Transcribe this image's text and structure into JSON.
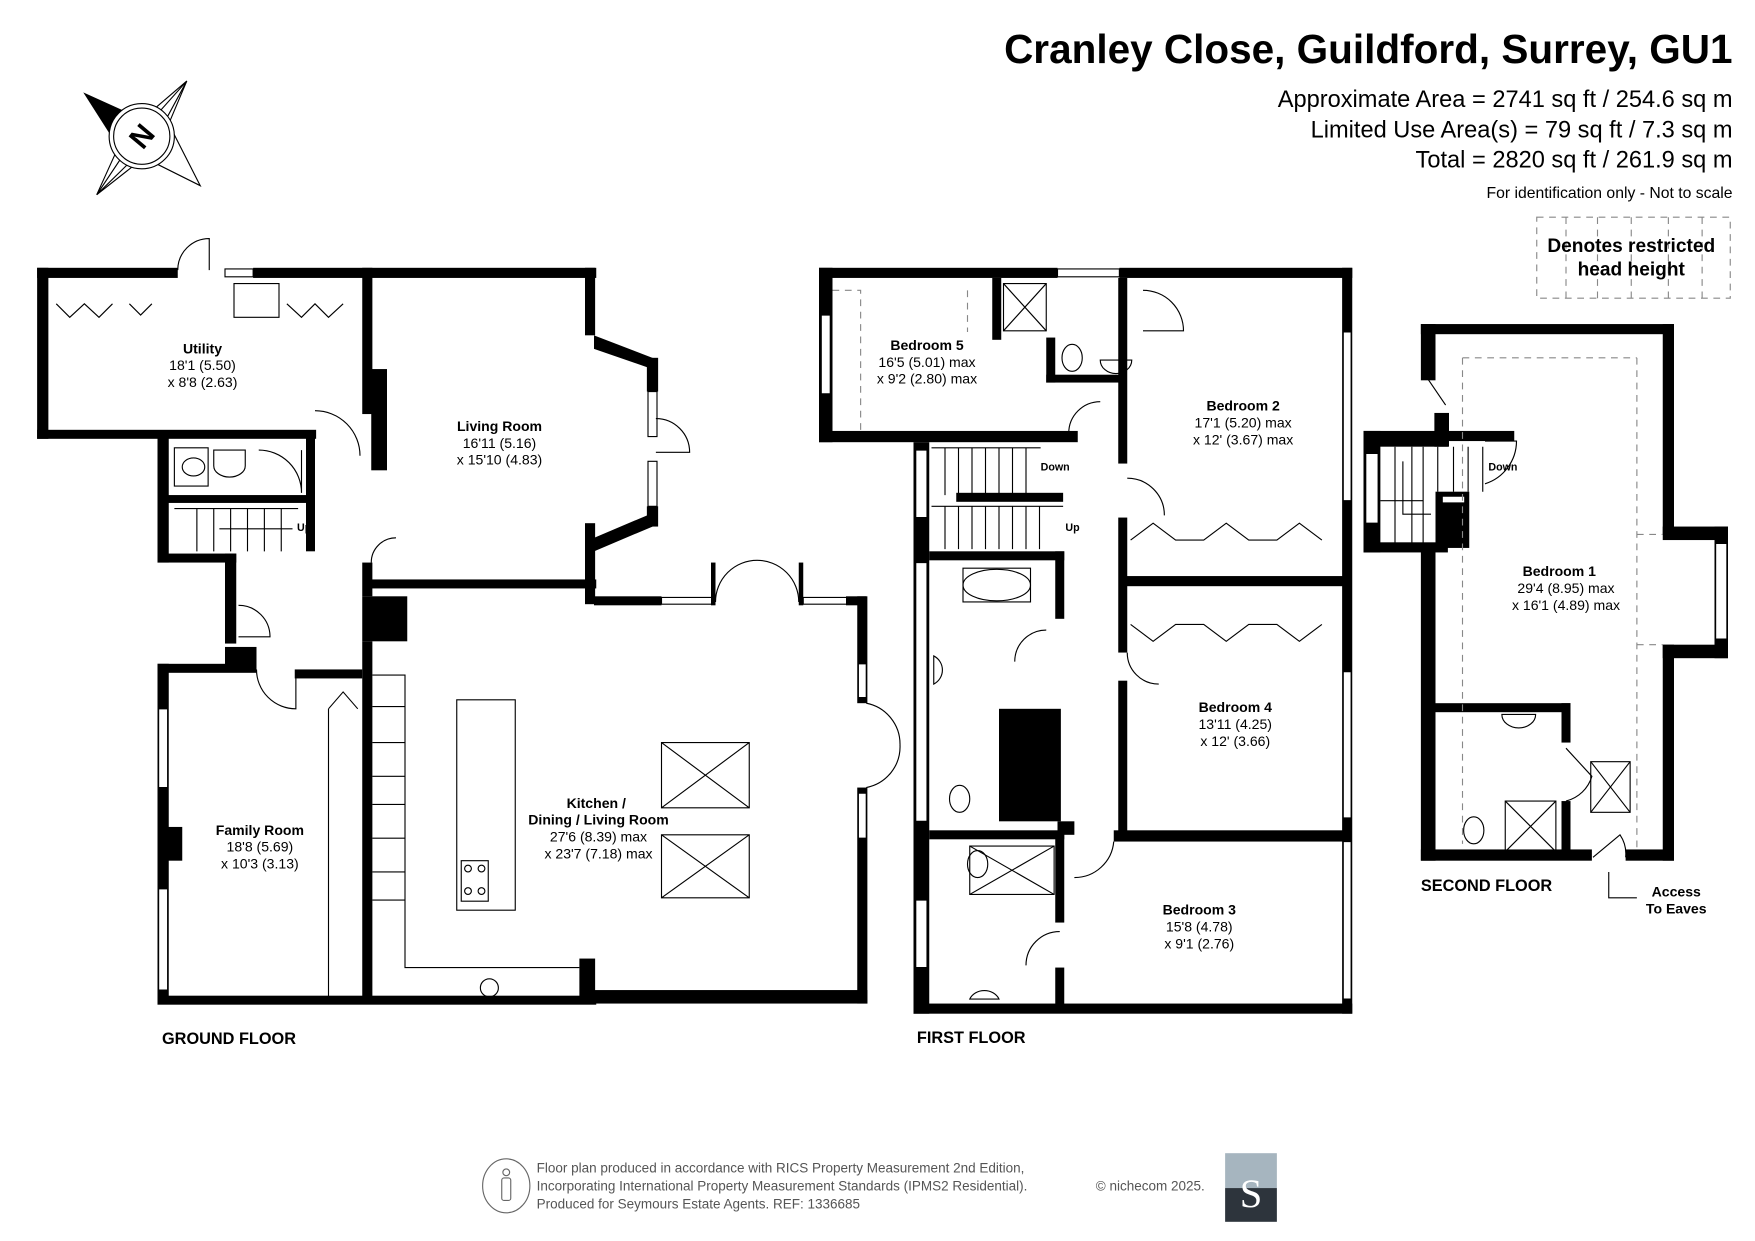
{
  "header": {
    "title": "Cranley Close, Guildford, Surrey, GU1",
    "approx_area": "Approximate Area = 2741 sq ft / 254.6 sq m",
    "limited_use": "Limited Use Area(s) = 79 sq ft / 7.3 sq m",
    "total": "Total = 2820 sq ft / 261.9 sq m",
    "disclaimer": "For identification only - Not to scale"
  },
  "legend": {
    "line1": "Denotes restricted",
    "line2": "head height"
  },
  "compass": {
    "letter": "N"
  },
  "ground_floor": {
    "label": "GROUND FLOOR",
    "rooms": [
      {
        "name": "Utility",
        "dim1": "18'1 (5.50)",
        "dim2": "x 8'8 (2.63)"
      },
      {
        "name": "Living Room",
        "dim1": "16'11 (5.16)",
        "dim2": "x 15'10 (4.83)"
      },
      {
        "name": "Family Room",
        "dim1": "18'8 (5.69)",
        "dim2": "x 10'3 (3.13)"
      },
      {
        "name1": "Kitchen /",
        "name2": "Dining / Living Room",
        "dim1": "27'6 (8.39) max",
        "dim2": "x 23'7 (7.18) max"
      }
    ],
    "stairs": "Up"
  },
  "first_floor": {
    "label": "FIRST FLOOR",
    "rooms": [
      {
        "name": "Bedroom 5",
        "dim1": "16'5 (5.01) max",
        "dim2": "x 9'2 (2.80) max"
      },
      {
        "name": "Bedroom 2",
        "dim1": "17'1 (5.20) max",
        "dim2": "x 12' (3.67) max"
      },
      {
        "name": "Bedroom 4",
        "dim1": "13'11 (4.25)",
        "dim2": "x 12' (3.66)"
      },
      {
        "name": "Bedroom 3",
        "dim1": "15'8 (4.78)",
        "dim2": "x 9'1 (2.76)"
      }
    ],
    "stairs_down": "Down",
    "stairs_up": "Up"
  },
  "second_floor": {
    "label": "SECOND FLOOR",
    "rooms": [
      {
        "name": "Bedroom 1",
        "dim1": "29'4 (8.95) max",
        "dim2": "x 16'1 (4.89) max"
      }
    ],
    "stairs_down": "Down",
    "eaves1": "Access",
    "eaves2": "To Eaves"
  },
  "footer": {
    "line1": "Floor plan produced in accordance with RICS Property Measurement 2nd Edition,",
    "line2": "Incorporating International Property Measurement Standards (IPMS2 Residential).",
    "copyright": "© nichecom 2025.",
    "line3": "Produced for Seymours Estate Agents.   REF: 1336685",
    "logo_letter": "S"
  },
  "colors": {
    "logo_top": "#a6b5bf",
    "logo_bottom": "#2d343c"
  }
}
